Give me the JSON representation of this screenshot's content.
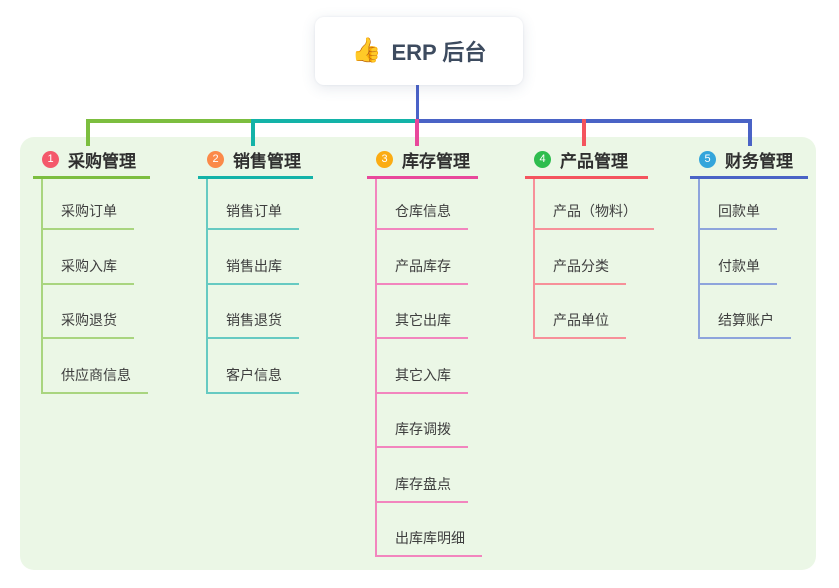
{
  "root": {
    "icon": "👍",
    "label": "ERP 后台"
  },
  "branches": [
    {
      "num": "1",
      "label": "采购管理",
      "badge_color": "#f4596b",
      "line_color": "#7cbe3f",
      "child_line_color": "#a9d57f",
      "children": [
        "采购订单",
        "采购入库",
        "采购退货",
        "供应商信息"
      ]
    },
    {
      "num": "2",
      "label": "销售管理",
      "badge_color": "#fb8a49",
      "line_color": "#13b3a8",
      "child_line_color": "#66cac2",
      "children": [
        "销售订单",
        "销售出库",
        "销售退货",
        "客户信息"
      ]
    },
    {
      "num": "3",
      "label": "库存管理",
      "badge_color": "#fbac13",
      "line_color": "#e8489b",
      "child_line_color": "#f285be",
      "children": [
        "仓库信息",
        "产品库存",
        "其它出库",
        "其它入库",
        "库存调拨",
        "库存盘点",
        "出库库明细"
      ]
    },
    {
      "num": "4",
      "label": "产品管理",
      "badge_color": "#2ebd4e",
      "line_color": "#f4545e",
      "child_line_color": "#f79099",
      "children": [
        "产品（物料）",
        "产品分类",
        "产品单位"
      ]
    },
    {
      "num": "5",
      "label": "财务管理",
      "badge_color": "#34a5db",
      "line_color": "#4a63c6",
      "child_line_color": "#8ea4dc",
      "children": [
        "回款单",
        "付款单",
        "结算账户"
      ]
    }
  ],
  "colors": {
    "connector": "#4a62c8",
    "panel_bg": "#ebf7e6"
  }
}
